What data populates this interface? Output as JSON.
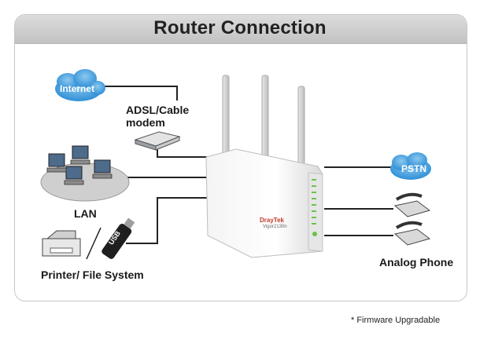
{
  "title": "Router Connection",
  "nodes": {
    "internet": "Internet",
    "modem_line1": "ADSL/Cable",
    "modem_line2": "modem",
    "lan": "LAN",
    "printer": "Printer/ File System",
    "usb": "USB",
    "pstn": "PSTN",
    "analog_phone": "Analog Phone",
    "router_brand": "DrayTek",
    "router_model": "Vigor2130n"
  },
  "footnote": "* Firmware Upgradable",
  "colors": {
    "cloud": "#4aa3e0",
    "title_bar": "#c8c8c8",
    "router_led": "#6cc24a"
  }
}
